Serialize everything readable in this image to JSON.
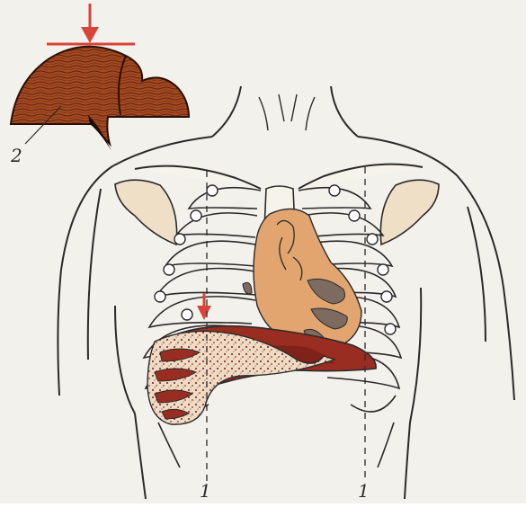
{
  "figure": {
    "labels": {
      "midclavicular_right": "1",
      "midclavicular_left": "1",
      "inset_callout": "2"
    },
    "colors": {
      "paper": "#f3f1ec",
      "ink": "#2a2a2a",
      "liver": "#9a2d22",
      "liver_dark": "#6e1c15",
      "lung_speckle": "#e9d7c3",
      "heart": "#e3a56f",
      "arrow": "#d8443a",
      "shadow_patch": "#7d6a60"
    },
    "icons": {
      "pressure_arrow": "arrow-down-icon"
    }
  }
}
